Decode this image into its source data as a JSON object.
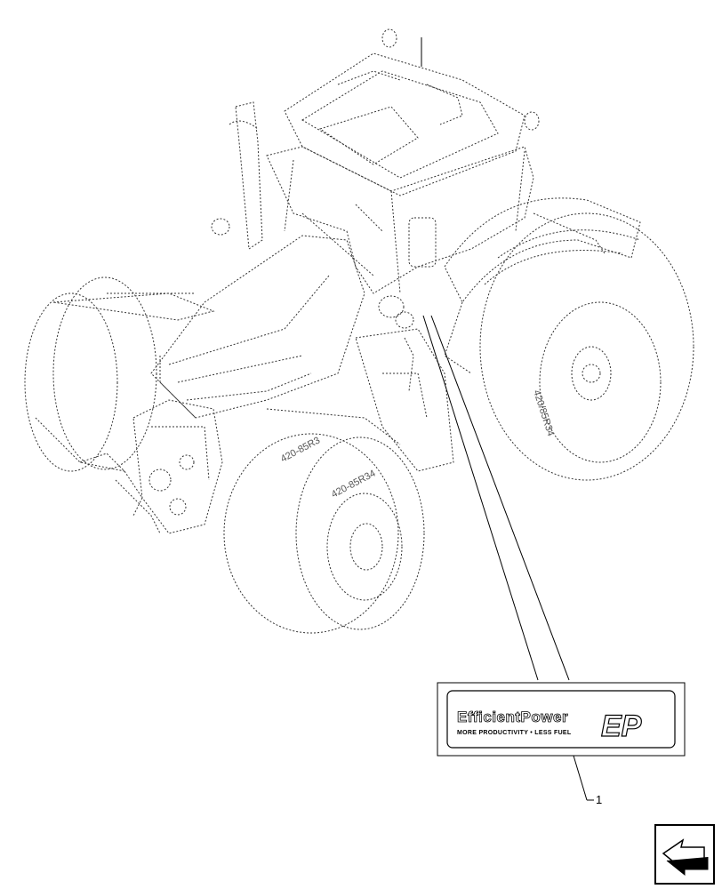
{
  "diagram": {
    "callouts": [
      {
        "number": "1"
      }
    ],
    "decal": {
      "brand_text": "EfficientPower",
      "tagline": "MORE PRODUCTIVITY • LESS FUEL",
      "logo_mark": "EP"
    },
    "tire_markings": {
      "front_tire": "420-85R34",
      "rear_tire_front": "420-85R3",
      "rear_tire_side": "420/85R34"
    },
    "nav_icon": "arrow-left-icon"
  }
}
